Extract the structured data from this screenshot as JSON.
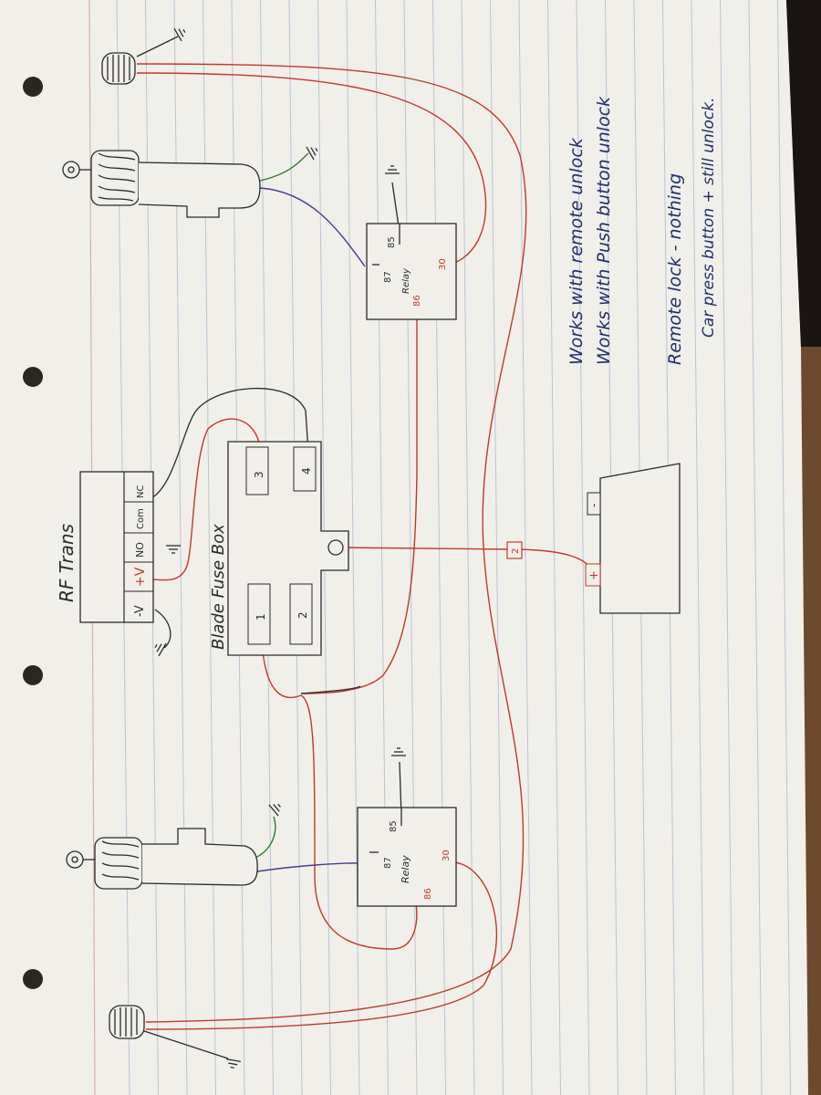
{
  "fuse_box": {
    "title": "Blade Fuse Box",
    "fuses": [
      "1",
      "2",
      "3",
      "4"
    ]
  },
  "rf_receiver": {
    "title": "RF Trans",
    "terminals": [
      "-V",
      "+V",
      "NO",
      "Com",
      "NC"
    ]
  },
  "relay_top": {
    "label": "Relay",
    "pin_85": "85",
    "pin_87": "87",
    "pin_86": "86",
    "pin_30": "30"
  },
  "relay_bottom": {
    "label": "Relay",
    "pin_85": "85",
    "pin_87": "87",
    "pin_86": "86",
    "pin_30": "30"
  },
  "battery": {
    "minus": "-",
    "plus": "+"
  },
  "inline_fuse": {
    "label": "2"
  },
  "notes": {
    "line1": "Works with remote unlock",
    "line2": "Works with Push button unlock",
    "line3": "Remote lock - nothing",
    "line4": "Car press button + still unlock."
  },
  "colors": {
    "paper": "#f1efea",
    "rule_line": "#b9c4d4",
    "margin_line": "#d9b0b0",
    "red_wire": "#c0392b",
    "purple_wire": "#4b3c8a",
    "green_wire": "#2e7d32",
    "ink": "#2a2a2a",
    "note_ink": "#1f2f6b"
  }
}
